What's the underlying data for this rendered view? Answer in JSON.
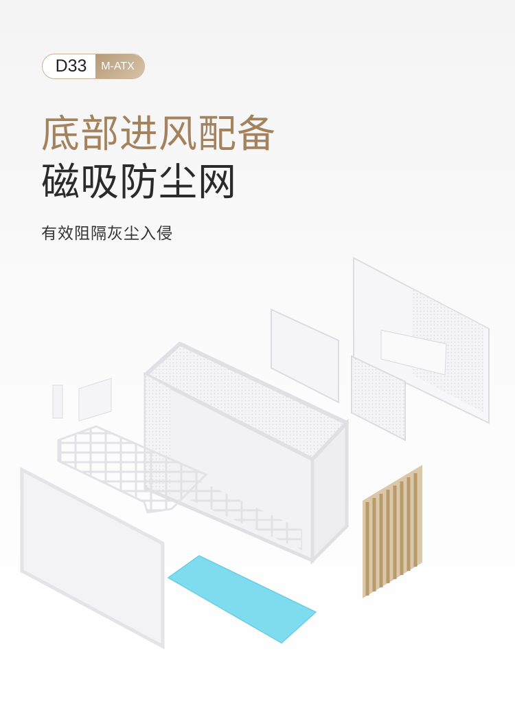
{
  "badge": {
    "model": "D33",
    "form_factor": "M-ATX"
  },
  "headline": {
    "line1": "底部进风配备",
    "line2": "磁吸防尘网"
  },
  "subtitle": "有效阻隔灰尘入侵",
  "colors": {
    "accent": "#a3825d",
    "dust_filter": "#7fdcef",
    "wood": "#b99a6b"
  }
}
